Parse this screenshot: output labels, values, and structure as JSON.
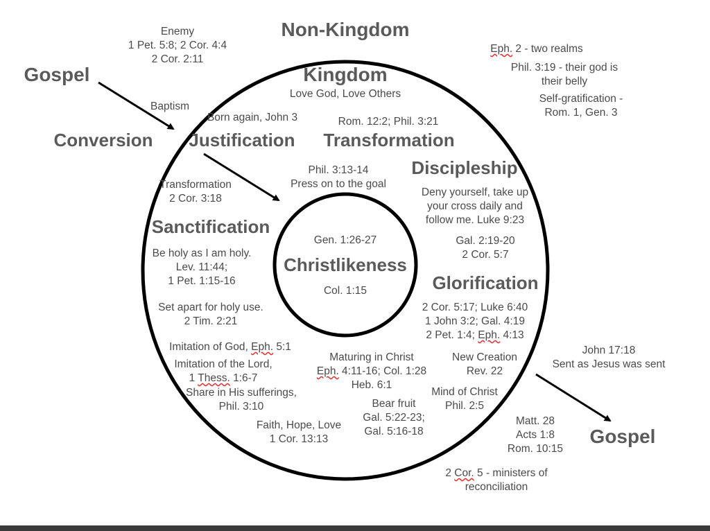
{
  "ring_labels": {
    "non_kingdom": "Non-Kingdom",
    "kingdom": "Kingdom",
    "kingdom_sub": "Love God, Love Others",
    "christlikeness": "Christlikeness"
  },
  "stage_labels": {
    "gospel_in": "Gospel",
    "conversion": "Conversion",
    "justification": "Justification",
    "transformation": "Transformation",
    "discipleship": "Discipleship",
    "sanctification": "Sanctification",
    "glorification": "Glorification",
    "gospel_out": "Gospel"
  },
  "notes": {
    "enemy": [
      "Enemy",
      "1 Pet. 5:8; 2 Cor. 4:4",
      "2 Cor. 2:11"
    ],
    "eph2_prefix": "Eph.",
    "eph2_rest": " 2 - two realms",
    "phil319": [
      "Phil. 3:19 - their god is",
      "their belly"
    ],
    "self_grat": [
      "Self-gratification -",
      "Rom. 1, Gen. 3"
    ],
    "baptism": "Baptism",
    "born_again": "Born again, John 3",
    "rom122": "Rom. 12:2; Phil. 3:21",
    "phil313": [
      "Phil. 3:13-14",
      "Press on to the goal"
    ],
    "transformation_note": [
      "Transformation",
      "2 Cor. 3:18"
    ],
    "deny": [
      "Deny yourself, take up",
      "your cross daily and",
      "follow me. Luke 9:23"
    ],
    "gal219": [
      "Gal. 2:19-20",
      "2 Cor. 5:7"
    ],
    "gen126": "Gen. 1:26-27",
    "col115": "Col. 1:15",
    "be_holy": [
      "Be holy as I am holy.",
      "Lev. 11:44;",
      "1 Pet. 1:15-16"
    ],
    "set_apart": [
      "Set apart for holy use.",
      "2 Tim. 2:21"
    ],
    "glor_refs": [
      "2 Cor. 5:17; Luke 6:40",
      "1 John 3:2; Gal. 4:19"
    ],
    "glor_last_a": "2 Pet. 1:4; ",
    "glor_last_b": "Eph.",
    "glor_last_c": " 4:13",
    "imitation_god_a": "Imitation of God, ",
    "imitation_god_b": "Eph.",
    "imitation_god_c": " 5:1",
    "imitation_lord": "Imitation of the Lord,",
    "thess_a": "1 ",
    "thess_b": "Thess.",
    "thess_c": " 1:6-7",
    "share": [
      "Share in His sufferings,",
      "Phil. 3:10"
    ],
    "maturing": "Maturing in Christ",
    "eph411_a": "Eph.",
    "eph411_b": " 4:11-16; Col. 1:28",
    "heb61": "Heb. 6:1",
    "new_creation": [
      "New Creation",
      "Rev. 22"
    ],
    "mind": [
      "Mind of Christ",
      "Phil. 2:5"
    ],
    "bear": [
      "Bear fruit",
      "Gal. 5:22-23;",
      "Gal. 5:16-18"
    ],
    "faith": [
      "Faith, Hope, Love",
      "1 Cor. 13:13"
    ],
    "john1718": [
      "John 17:18",
      "Sent as Jesus was sent"
    ],
    "matt28": [
      "Matt. 28",
      "Acts 1:8",
      "Rom. 10:15"
    ],
    "cor5_a": "2 ",
    "cor5_b": "Cor.",
    "cor5_c": " 5 - ministers of",
    "cor5_line2": "reconciliation"
  },
  "colors": {
    "stroke": "#000000",
    "heading": "#5a5a5a",
    "text": "#4a4a4a",
    "squiggle": "#dd3333"
  }
}
